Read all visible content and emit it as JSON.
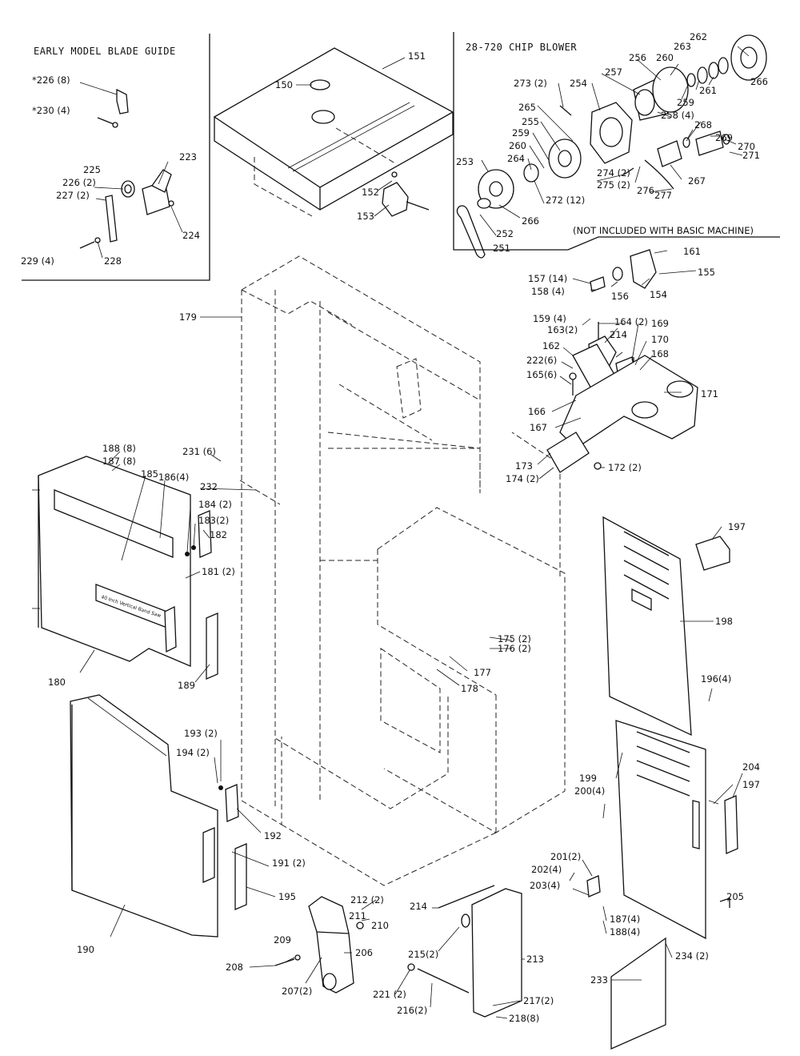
{
  "inset_left": {
    "title": "EARLY MODEL BLADE GUIDE"
  },
  "inset_right": {
    "title": "28-720 CHIP BLOWER",
    "note": "(NOT INCLUDED WITH BASIC MACHINE)"
  },
  "plate_text": "40 Inch Vertical Band Saw",
  "callouts": [
    "*226 (8)",
    "*230 (4)",
    "223",
    "225",
    "226 (2)",
    "227 (2)",
    "224",
    "229 (4)",
    "228",
    "151",
    "150",
    "152",
    "153",
    "262",
    "263",
    "256",
    "260",
    "266",
    "257",
    "259",
    "261",
    "273 (2)",
    "254",
    "258 (4)",
    "265",
    "255",
    "268",
    "259",
    "269",
    "270",
    "260",
    "271",
    "264",
    "274 (2)",
    "253",
    "275 (2)",
    "267",
    "276",
    "272 (12)",
    "277",
    "252",
    "266",
    "251",
    "161",
    "155",
    "157 (14)",
    "154",
    "158 (4)",
    "156",
    "159 (4)",
    "163(2)",
    "164 (2)",
    "214",
    "169",
    "162",
    "170",
    "222(6)",
    "168",
    "165(6)",
    "171",
    "166",
    "167",
    "173",
    "172 (2)",
    "174 (2)",
    "179",
    "188 (8)",
    "187 (8)",
    "231 (6)",
    "185",
    "186(4)",
    "232",
    "184 (2)",
    "183(2)",
    "182",
    "181 (2)",
    "180",
    "189",
    "197",
    "198",
    "175 (2)",
    "176 (2)",
    "177",
    "178",
    "196(4)",
    "193 (2)",
    "194 (2)",
    "192",
    "191 (2)",
    "195",
    "190",
    "199",
    "204",
    "197",
    "200(4)",
    "205",
    "201(2)",
    "202(4)",
    "203(4)",
    "187(4)",
    "188(4)",
    "212 (2)",
    "211",
    "210",
    "209",
    "206",
    "208",
    "207(2)",
    "214",
    "215(2)",
    "213",
    "221 (2)",
    "216(2)",
    "217(2)",
    "218(8)",
    "234 (2)",
    "233"
  ]
}
